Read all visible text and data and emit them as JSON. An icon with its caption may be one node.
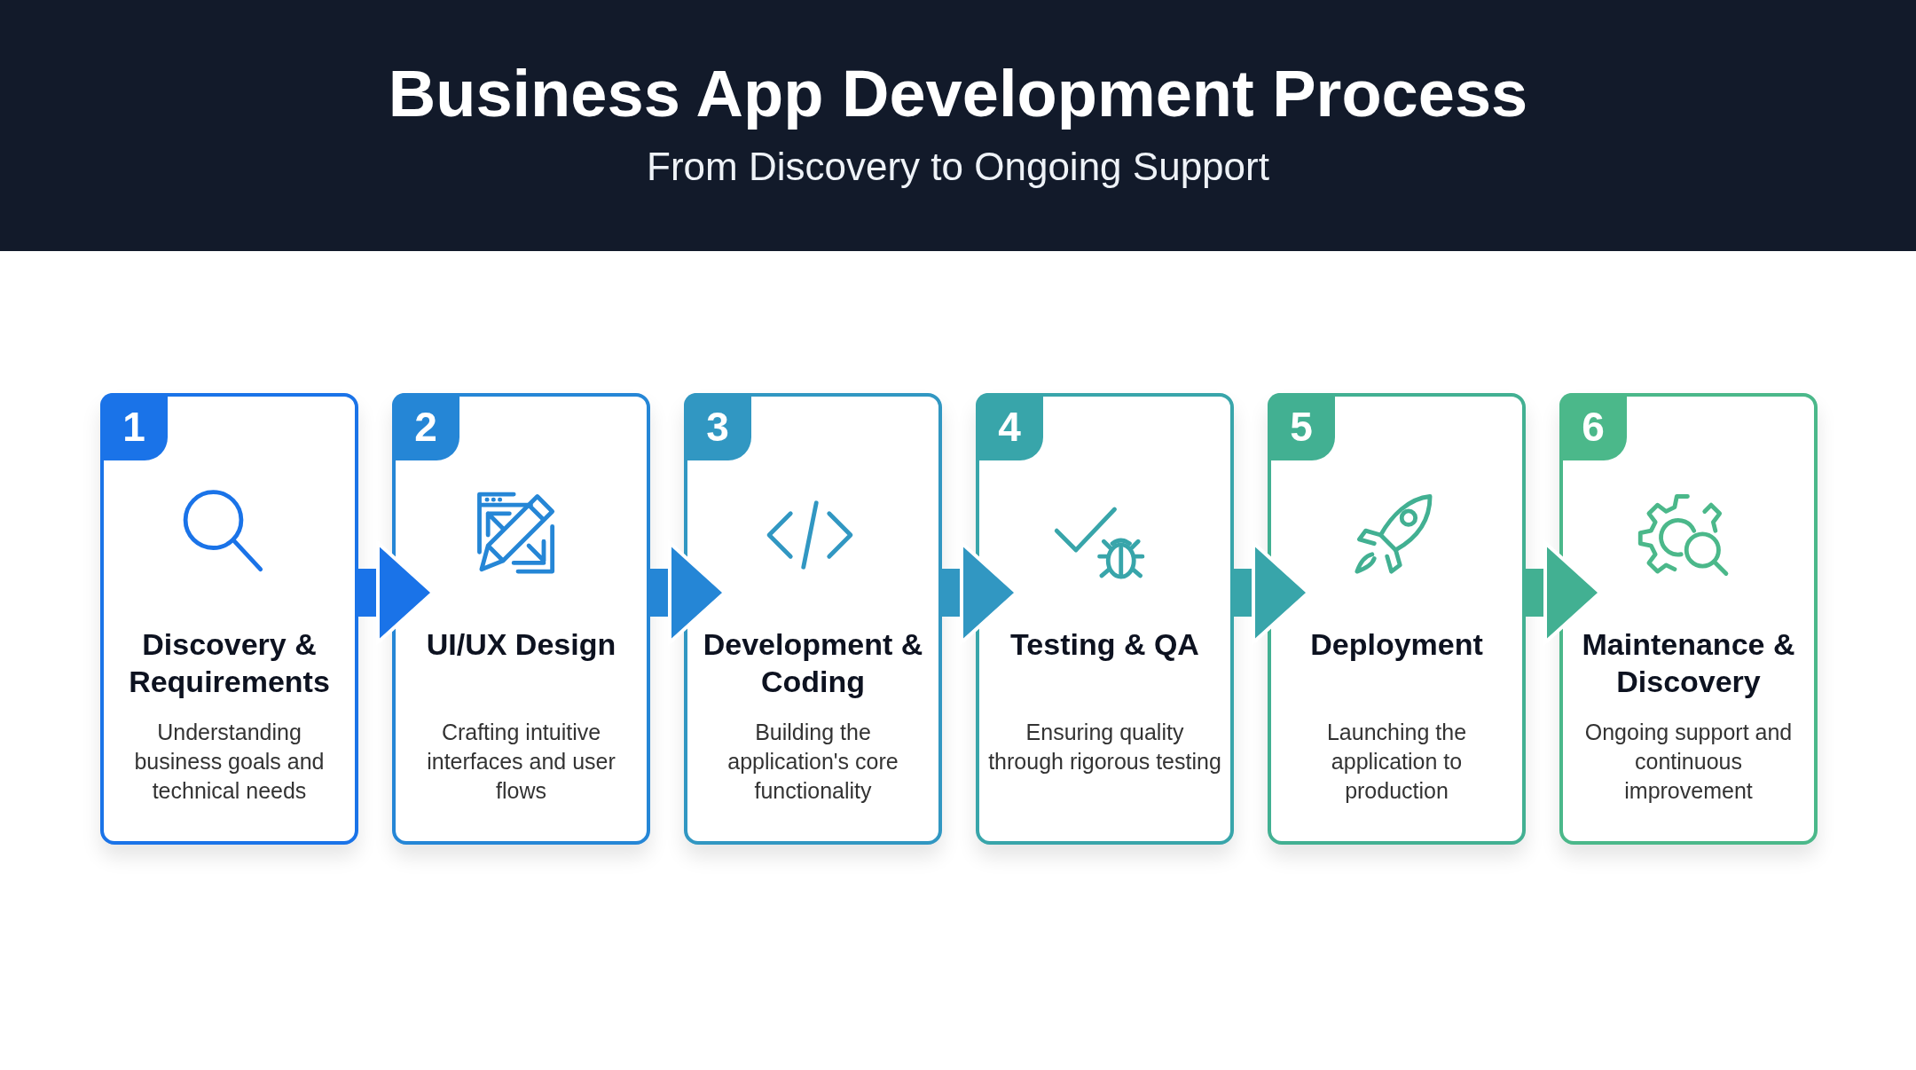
{
  "diagram": {
    "title": "Business App Development Process",
    "caption": "From Discovery to Ongoing Support",
    "nodes": [
      {
        "text": [
          "1",
          "Discovery & Requirements",
          "Understanding business goals and technical needs"
        ]
      },
      {
        "text": [
          "2",
          "UI/UX Design",
          "Crafting intuitive interfaces and user flows"
        ]
      },
      {
        "text": [
          "3",
          "Development & Coding",
          "Building the application's core functionality"
        ]
      },
      {
        "text": [
          "4",
          "Testing & QA",
          "Ensuring quality through rigorous testing"
        ]
      },
      {
        "text": [
          "5",
          "Deployment",
          "Launching the application to production"
        ]
      },
      {
        "text": [
          "6",
          "Maintenance & Discovery",
          "Ongoing support and continuous improvement"
        ]
      }
    ],
    "edges": [
      {
        "from": 0,
        "to": 1,
        "arrow": "to"
      },
      {
        "from": 1,
        "to": 2,
        "arrow": "to"
      },
      {
        "from": 2,
        "to": 3,
        "arrow": "to"
      },
      {
        "from": 3,
        "to": 4,
        "arrow": "to"
      },
      {
        "from": 4,
        "to": 5,
        "arrow": "to"
      }
    ]
  }
}
